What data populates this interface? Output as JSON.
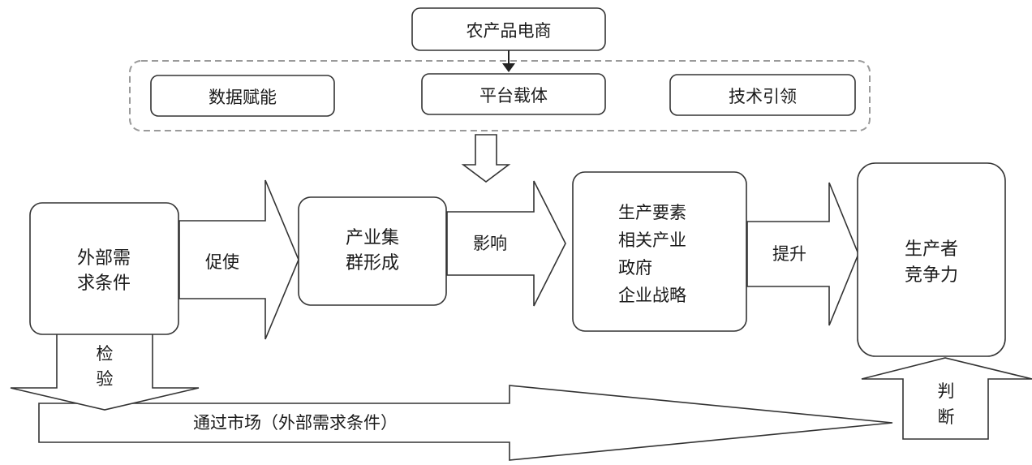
{
  "diagram": {
    "top": {
      "ecommerce": "农产品电商"
    },
    "enablers": {
      "data": "数据赋能",
      "platform": "平台载体",
      "tech": "技术引领"
    },
    "nodes": {
      "demand": [
        "外部需",
        "求条件"
      ],
      "cluster": [
        "产业集",
        "群形成"
      ],
      "factors": [
        "生产要素",
        "相关产业",
        "政府",
        "企业战略"
      ],
      "competitiveness": [
        "生产者",
        "竞争力"
      ]
    },
    "edges": {
      "promote": "促使",
      "influence": "影响",
      "improve": "提升",
      "verify": [
        "检",
        "验"
      ],
      "judge": [
        "判",
        "断"
      ],
      "market": "通过市场（外部需求条件）"
    }
  }
}
